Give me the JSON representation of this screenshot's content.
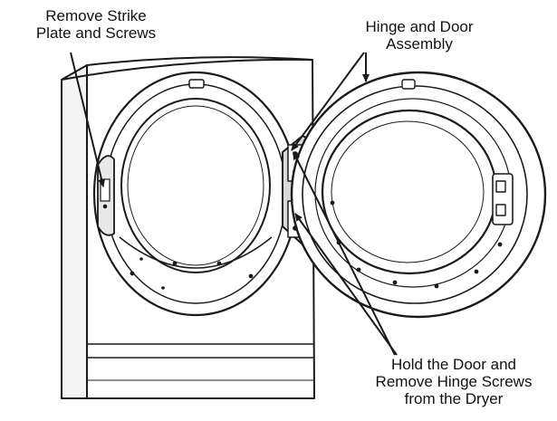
{
  "callouts": {
    "strike_plate": "Remove Strike\nPlate and Screws",
    "hinge_assembly": "Hinge and Door\nAssembly",
    "hold_door": "Hold the Door and\nRemove Hinge Screws\nfrom the Dryer"
  },
  "colors": {
    "line": "#1a1a1a",
    "panel_fill": "#ffffff",
    "shade": "#d9d9d9"
  }
}
